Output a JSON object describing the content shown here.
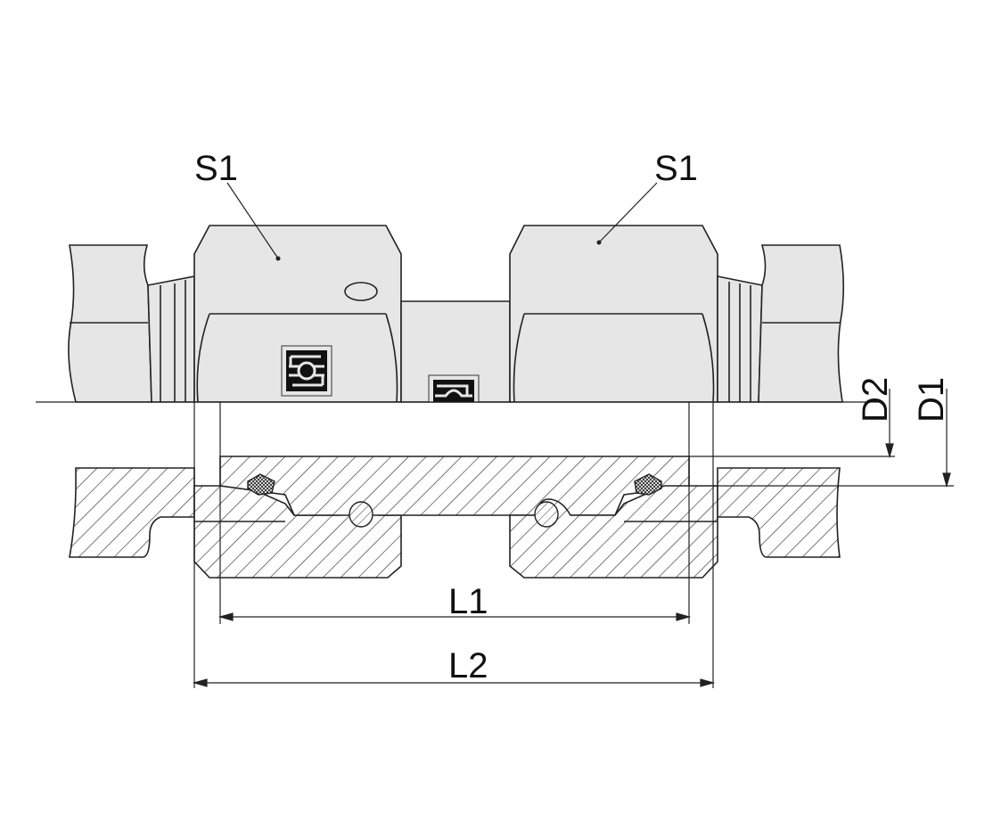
{
  "labels": {
    "s1_left": "S1",
    "s1_right": "S1",
    "d1": "D1",
    "d2": "D2",
    "l1": "L1",
    "l2": "L2"
  },
  "colors": {
    "body_fill": "#e6e6e6",
    "line": "#222222",
    "logo": "#111111"
  }
}
